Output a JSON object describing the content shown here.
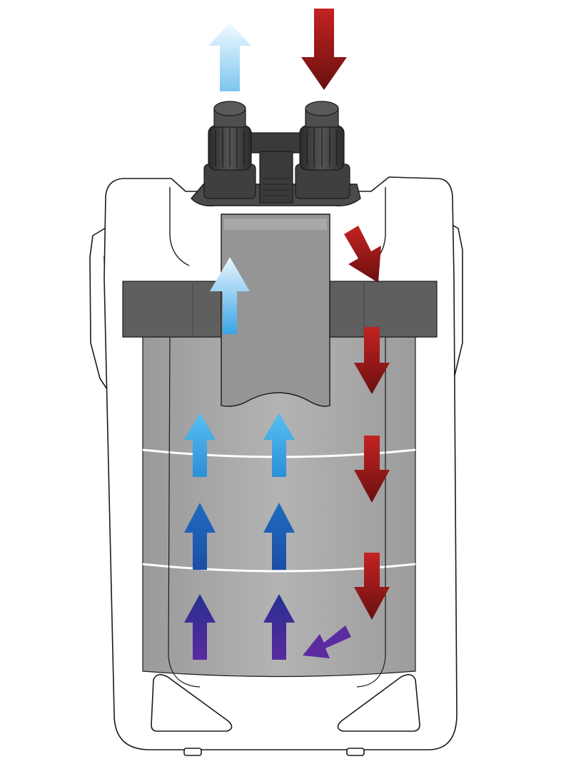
{
  "diagram": {
    "type": "canister-filter-flow",
    "colors": {
      "outline": "#1a1a1a",
      "housing": "#ffffff",
      "media": "#a9a9a9",
      "media_dark": "#8e8e8e",
      "lid_band": "#5f5f5f",
      "valve": "#3a3a3a",
      "intake_tube": "#9a9a9a",
      "divider": "#ffffff",
      "flow_in": "#b01e1e",
      "flow_in_dark": "#6e1010",
      "flow_out_light": "#d6eefb",
      "flow_out_cyan": "#4bb0ea",
      "flow_up_blue": "#1b62b8",
      "flow_up_navy": "#2a2f93",
      "flow_up_purple": "#5a2ca0"
    },
    "arrows": [
      {
        "name": "outlet-arrow",
        "role": "water-out",
        "direction": "up"
      },
      {
        "name": "inlet-arrow",
        "role": "water-in",
        "direction": "down"
      },
      {
        "name": "spray-bar-arrow",
        "role": "water-in",
        "direction": "down-right"
      },
      {
        "name": "side-arrow-1",
        "role": "water-in",
        "direction": "down"
      },
      {
        "name": "side-arrow-2",
        "role": "water-in",
        "direction": "down"
      },
      {
        "name": "side-arrow-3",
        "role": "water-in",
        "direction": "down"
      },
      {
        "name": "bottom-turn-arrow",
        "role": "water-in",
        "direction": "down-left"
      },
      {
        "name": "media-arrow-top-left",
        "role": "filtered",
        "direction": "up"
      },
      {
        "name": "media-arrow-top-right",
        "role": "filtered",
        "direction": "up"
      },
      {
        "name": "media-arrow-mid-left",
        "role": "filtered",
        "direction": "up"
      },
      {
        "name": "media-arrow-mid-right",
        "role": "filtered",
        "direction": "up"
      },
      {
        "name": "media-arrow-low-left",
        "role": "filtered",
        "direction": "up"
      },
      {
        "name": "media-arrow-low-right",
        "role": "filtered",
        "direction": "up"
      },
      {
        "name": "tube-arrow",
        "role": "water-out",
        "direction": "up"
      }
    ]
  }
}
